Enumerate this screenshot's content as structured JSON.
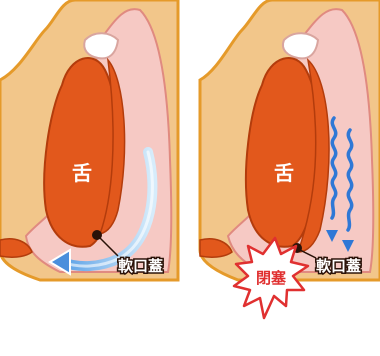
{
  "panels": [
    {
      "tongue_label": "舌",
      "palate_label": "軟口蓋",
      "airflow": "open"
    },
    {
      "tongue_label": "舌",
      "palate_label": "軟口蓋",
      "airflow": "blocked",
      "burst_label": "閉塞"
    }
  ],
  "colors": {
    "skin": "#f2c68a",
    "skin_outline": "#e59a2a",
    "tongue": "#e2581c",
    "tongue_outline": "#b33c0c",
    "mucosa": "#f6c9c4",
    "airway_blue": "#4a8fdc",
    "burst_red": "#e03030"
  }
}
